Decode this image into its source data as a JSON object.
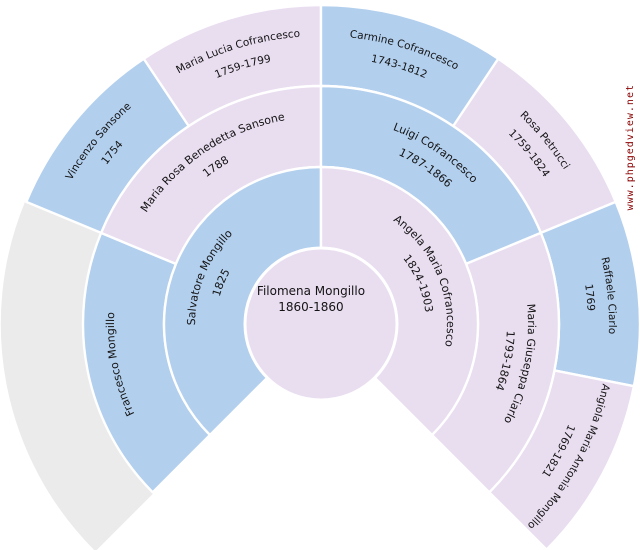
{
  "palette": {
    "male": "#b2cfee",
    "female": "#e9ddf0",
    "empty": "#ebebeb",
    "separator": "#ffffff",
    "text": "#141414",
    "background": "#ffffff",
    "watermark": "#8b0000"
  },
  "watermark": {
    "text": "www.phpgedview.net"
  },
  "chart": {
    "type": "fan-chart",
    "fan_degrees": 270,
    "center_person": {
      "name": "Filomena Mongillo",
      "dates": "1860-1860",
      "sex": "female"
    },
    "generations": [
      {
        "label": "parents",
        "people": [
          {
            "name": "Salvatore Mongillo",
            "dates": "1825",
            "sex": "male"
          },
          {
            "name": "Angela Maria Cofrancesco",
            "dates": "1824-1903",
            "sex": "female"
          }
        ]
      },
      {
        "label": "grandparents",
        "people": [
          {
            "name": "Francesco Mongillo",
            "dates": "",
            "sex": "male"
          },
          {
            "name": "Maria Rosa Benedetta Sansone",
            "dates": "1788",
            "sex": "female"
          },
          {
            "name": "Luigi Cofrancesco",
            "dates": "1787-1866",
            "sex": "male"
          },
          {
            "name": "Maria Giuseppa Ciarlo",
            "dates": "1793-1864",
            "sex": "female"
          }
        ]
      },
      {
        "label": "great-grandparents",
        "people": [
          {
            "empty": true
          },
          {
            "empty": true
          },
          {
            "name": "Vincenzo Sansone",
            "dates": "1754",
            "sex": "male"
          },
          {
            "name": "Maria Lucia Cofrancesco",
            "dates": "1759-1799",
            "sex": "female"
          },
          {
            "name": "Carmine Cofrancesco",
            "dates": "1743-1812",
            "sex": "male"
          },
          {
            "name": "Rosa Petrucci",
            "dates": "1759-1824",
            "sex": "female"
          },
          {
            "name": "Raffaele Ciarlo",
            "dates": "1769",
            "sex": "male"
          },
          {
            "name": "Angiola Maria Antonia Mongillo",
            "dates": "1769-1821",
            "sex": "female"
          }
        ]
      }
    ]
  }
}
